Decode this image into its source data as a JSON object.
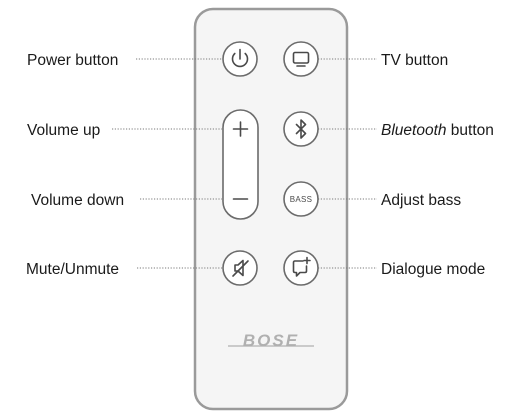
{
  "labels": {
    "power": "Power button",
    "tv": "TV button",
    "volume_up": "Volume up",
    "bluetooth_italic": "Bluetooth",
    "bluetooth_rest": " button",
    "volume_down": "Volume down",
    "adjust_bass": "Adjust bass",
    "mute": "Mute/Unmute",
    "dialogue": "Dialogue mode"
  },
  "buttons": {
    "bass_text": "BASS"
  },
  "logo": "BOSE",
  "icons": {
    "power": "power-icon",
    "tv": "tv-icon",
    "plus": "plus-icon",
    "minus": "minus-icon",
    "bluetooth": "bluetooth-icon",
    "mute": "mute-icon",
    "dialogue": "dialogue-icon"
  },
  "colors": {
    "remote_fill": "#f5f5f5",
    "remote_stroke": "#9a9a9a",
    "button_stroke": "#6b6b6b",
    "glyph": "#4a4a4a",
    "text": "#1a1a1a",
    "leader": "#7a7a7a"
  }
}
